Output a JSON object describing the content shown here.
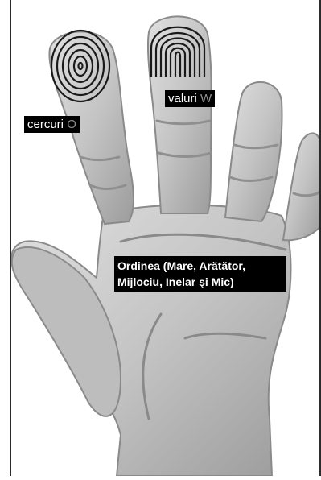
{
  "labels": {
    "circles": {
      "word": "cercuri",
      "letter": "O"
    },
    "waves": {
      "word": "valuri",
      "letter": "W"
    },
    "order": "Ordinea (Mare, Arătător, Mijlociu, Inelar şi Mic)"
  },
  "colors": {
    "hand_fill": "#c8c8c8",
    "hand_shadow": "#a6a6a6",
    "hand_highlight": "#e4e4e4",
    "fingerprint_lines": "#1a1a1a",
    "label_bg": "#000000",
    "label_text": "#ffffff",
    "label_letter": "#8c8c8c"
  }
}
